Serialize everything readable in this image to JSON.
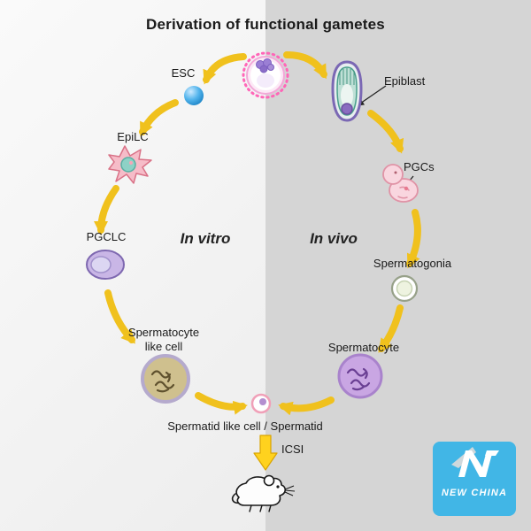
{
  "title": "Derivation of functional gametes",
  "center": {
    "in_vitro": "In vitro",
    "in_vivo": "In vivo"
  },
  "labels": {
    "esc": "ESC",
    "epilc": "EpiLC",
    "pgclc": "PGCLC",
    "spermatocyte_like_1": "Spermatocyte",
    "spermatocyte_like_2": "like cell",
    "epiblast": "Epiblast",
    "pgcs": "PGCs",
    "spermatogonia": "Spermatogonia",
    "spermatocyte": "Spermatocyte",
    "spermatid_row": "Spermatid like cell / Spermatid",
    "icsi": "ICSI"
  },
  "logo": {
    "text": "NEW CHINA",
    "bg_color": "#41b6e6"
  },
  "colors": {
    "arrow_yellow": "#f0c11d",
    "bg_left": "#f0f0f0",
    "bg_right": "#d5d5d5",
    "esc_blue": "#2d9fe0",
    "pgclc_purple": "#c9b6e6",
    "spermatocyte_purple": "#c9a6e3",
    "spermatocyte_like_khaki": "#cfc08e"
  },
  "icons": [
    "blastocyst-icon",
    "esc-cell-icon",
    "epiblast-icon",
    "epilc-cell-icon",
    "pgc-embryo-icon",
    "pgclc-cell-icon",
    "spermatogonia-cell-icon",
    "spermatocyte-like-cell-icon",
    "spermatocyte-cell-icon",
    "spermatid-cell-icon",
    "icsi-arrow-icon",
    "mouse-icon",
    "new-china-logo-icon"
  ]
}
